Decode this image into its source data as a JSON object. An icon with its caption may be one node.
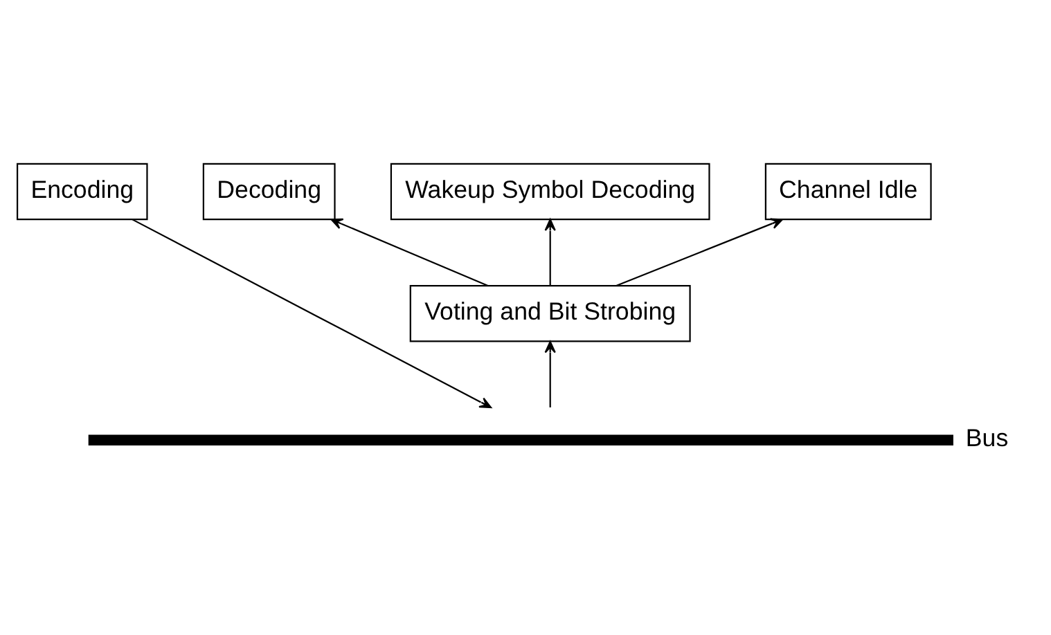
{
  "diagram": {
    "nodes": [
      {
        "text": [
          "Encoding"
        ]
      },
      {
        "text": [
          "Decoding"
        ]
      },
      {
        "text": [
          "Wakeup Symbol Decoding"
        ]
      },
      {
        "text": [
          "Channel Idle"
        ]
      },
      {
        "text": [
          "Voting and Bit Strobing"
        ]
      },
      {
        "text": [],
        "shape": "bar",
        "beside": [
          "Bus"
        ]
      }
    ],
    "edges": [
      {
        "from": 0,
        "to": 5,
        "arrow": "to"
      },
      {
        "from": 5,
        "to": 4,
        "arrow": "to"
      },
      {
        "from": 4,
        "to": 1,
        "arrow": "to"
      },
      {
        "from": 4,
        "to": 2,
        "arrow": "to"
      },
      {
        "from": 4,
        "to": 3,
        "arrow": "to"
      }
    ]
  }
}
